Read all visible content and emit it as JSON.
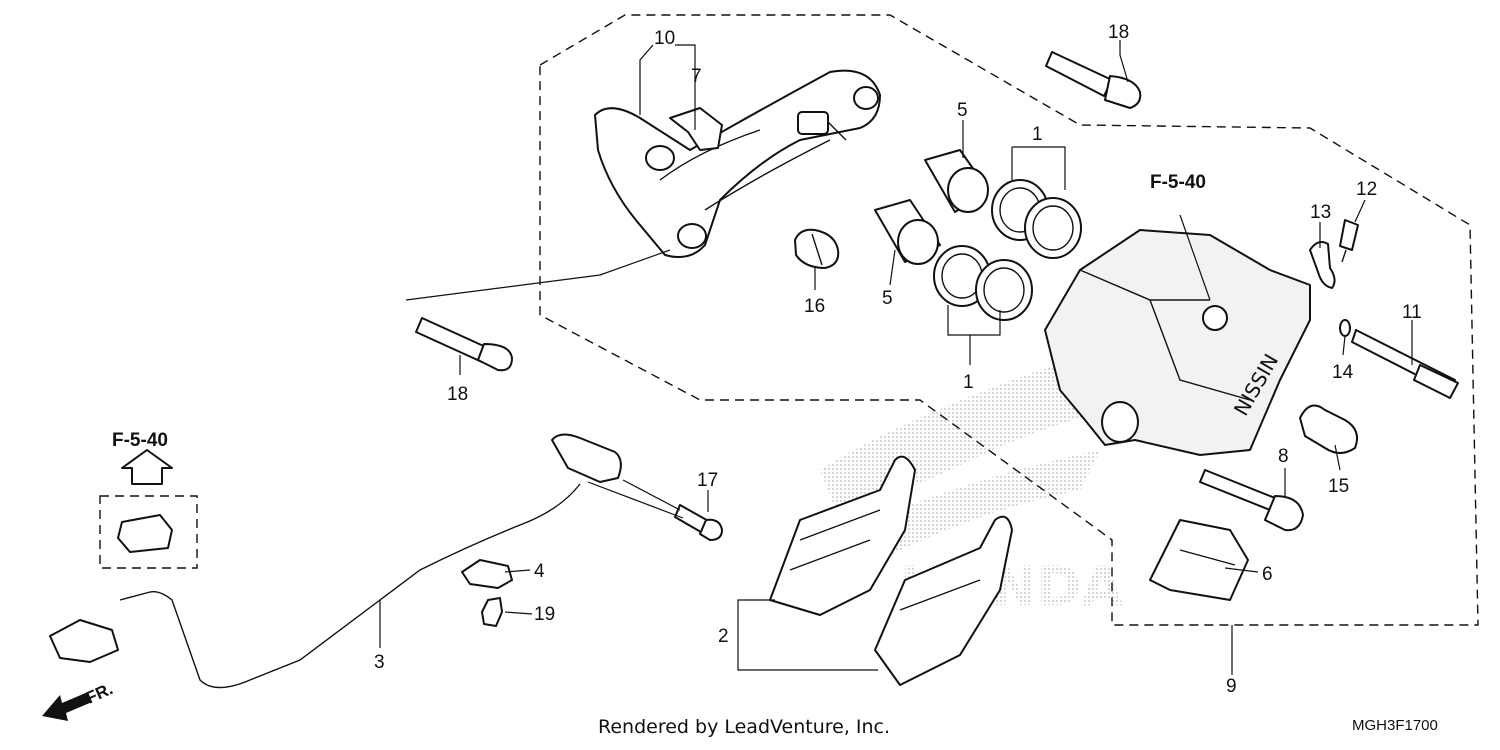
{
  "callouts": {
    "c10": "10",
    "c7": "7",
    "c18a": "18",
    "c5a": "5",
    "c1a": "1",
    "c13": "13",
    "c12": "12",
    "c16": "16",
    "c5b": "5",
    "c11": "11",
    "c1b": "1",
    "c14": "14",
    "c18b": "18",
    "c17": "17",
    "c8": "8",
    "c15": "15",
    "c4": "4",
    "c6": "6",
    "c19": "19",
    "c2": "2",
    "c3": "3",
    "c9": "9"
  },
  "references": {
    "upper": "F-5-40",
    "left": "F-5-40"
  },
  "direction_label": "FR.",
  "footer": {
    "credit": "Rendered by LeadVenture, Inc.",
    "diagram_code": "MGH3F1700"
  },
  "caliper_marking": "NISSIN",
  "watermark_text": "HONDA"
}
